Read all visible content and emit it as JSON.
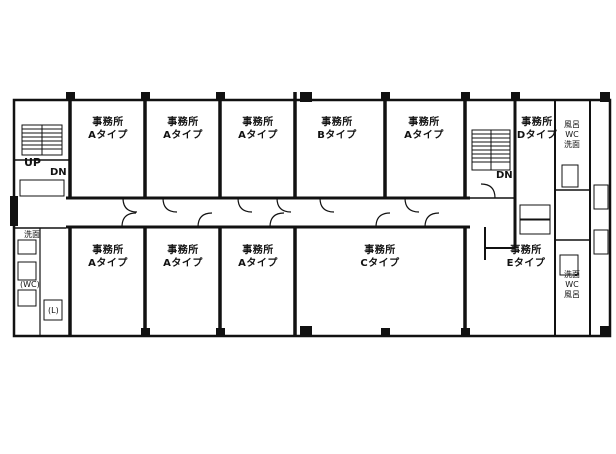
{
  "rooms_top": [
    {
      "name": "事務所",
      "type": "Aタイプ"
    },
    {
      "name": "事務所",
      "type": "Aタイプ"
    },
    {
      "name": "事務所",
      "type": "Aタイプ"
    },
    {
      "name": "事務所",
      "type": "Bタイプ"
    },
    {
      "name": "事務所",
      "type": "Aタイプ"
    },
    {
      "name": "事務所",
      "type": "Dタイプ"
    }
  ],
  "rooms_bottom": [
    {
      "name": "事務所",
      "type": "Aタイプ"
    },
    {
      "name": "事務所",
      "type": "Aタイプ"
    },
    {
      "name": "事務所",
      "type": "Aタイプ"
    },
    {
      "name": "事務所",
      "type": "Cタイプ"
    },
    {
      "name": "事務所",
      "type": "Eタイプ"
    }
  ],
  "right_top_fixtures": [
    "風呂",
    "WC",
    "洗面"
  ],
  "right_bottom_fixtures": [
    "洗面",
    "WC",
    "風呂"
  ],
  "left_fixtures": {
    "wash": "洗面",
    "wc": "(WC)",
    "toilet_mark": "(L)"
  },
  "stairs": {
    "up": "UP",
    "dn": "DN",
    "dn_right": "DN"
  }
}
